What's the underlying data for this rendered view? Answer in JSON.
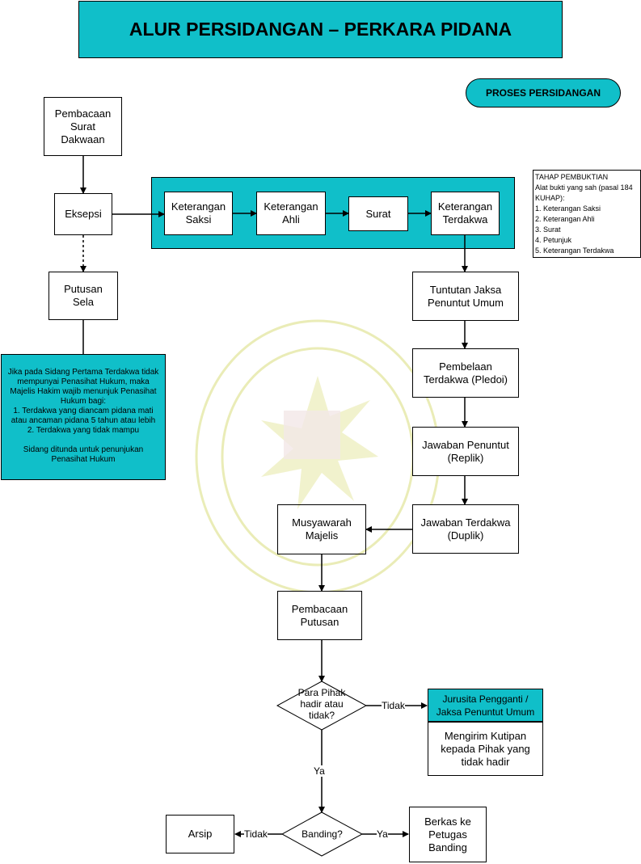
{
  "title": "ALUR PERSIDANGAN – PERKARA PIDANA",
  "badge": "PROSES PERSIDANGAN",
  "nodes": {
    "pembacaan_surat_dakwaan": "Pembacaan\nSurat\nDakwaan",
    "eksepsi": "Eksepsi",
    "putusan_sela": "Putusan\nSela",
    "keterangan_saksi": "Keterangan\nSaksi",
    "keterangan_ahli": "Keterangan\nAhli",
    "surat": "Surat",
    "keterangan_terdakwa": "Keterangan\nTerdakwa",
    "tuntutan": "Tuntutan Jaksa\nPenuntut Umum",
    "pembelaan": "Pembelaan\nTerdakwa (Pledoi)",
    "jawaban_penuntut": "Jawaban Penuntut\n(Replik)",
    "jawaban_terdakwa": "Jawaban Terdakwa\n(Duplik)",
    "musyawarah": "Musyawarah\nMajelis",
    "pembacaan_putusan": "Pembacaan\nPutusan",
    "para_pihak": "Para Pihak\nhadir atau\ntidak?",
    "jurusita": "Jurusita Pengganti /\nJaksa Penuntut Umum",
    "mengirim": "Mengirim Kutipan\nkepada Pihak yang\ntidak hadir",
    "banding": "Banding?",
    "arsip": "Arsip",
    "berkas": "Berkas ke\nPetugas\nBanding"
  },
  "edge_labels": {
    "tidak_1": "Tidak",
    "ya_1": "Ya",
    "tidak_2": "Tidak",
    "ya_2": "Ya"
  },
  "tahap": {
    "heading": "TAHAP PEMBUKTIAN",
    "intro": "Alat bukti yang sah (pasal 184 KUHAP):",
    "items": [
      "1. Keterangan Saksi",
      "2. Keterangan Ahli",
      "3. Surat",
      "4. Petunjuk",
      "5. Keterangan Terdakwa"
    ]
  },
  "note": "Jika pada Sidang Pertama Terdakwa tidak mempunyai Penasihat Hukum, maka Majelis Hakim wajib menunjuk Penasihat Hukum bagi:\n1. Terdakwa yang diancam pidana mati atau ancaman pidana 5 tahun atau lebih\n2. Terdakwa yang tidak mampu\n\nSidang ditunda untuk penunjukan Penasihat Hukum",
  "colors": {
    "accent": "#10bfc9",
    "watermark": "#e4e89a"
  }
}
